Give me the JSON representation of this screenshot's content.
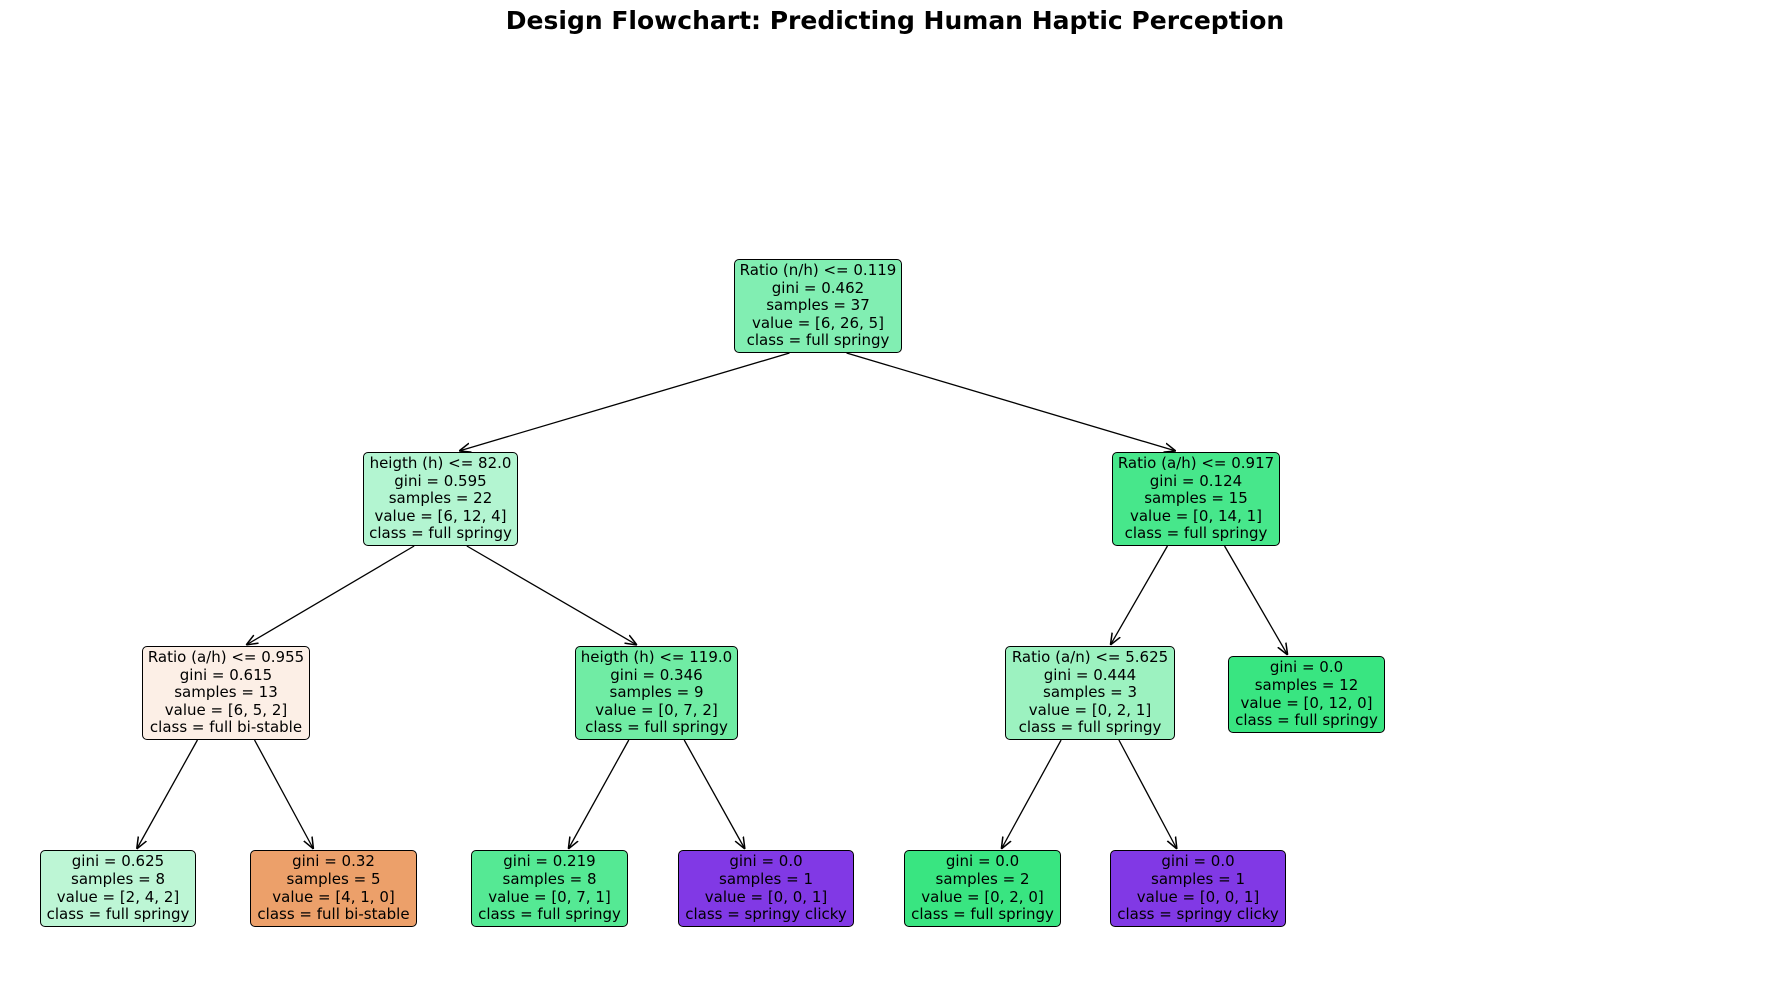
{
  "title": "Design Flowchart: Predicting Human Haptic Perception",
  "nodes": {
    "root": {
      "lines": [
        "Ratio (n/h) <= 0.119",
        "gini = 0.462",
        "samples = 37",
        "value = [6, 26, 5]",
        "class = full springy"
      ],
      "fill": "#81eeb2"
    },
    "l": {
      "lines": [
        "heigth (h) <= 82.0",
        "gini = 0.595",
        "samples = 22",
        "value = [6, 12, 4]",
        "class = full springy"
      ],
      "fill": "#b3f5d1"
    },
    "r": {
      "lines": [
        "Ratio (a/h) <= 0.917",
        "gini = 0.124",
        "samples = 15",
        "value = [0, 14, 1]",
        "class = full springy"
      ],
      "fill": "#47e78b"
    },
    "ll": {
      "lines": [
        "Ratio (a/h) <= 0.955",
        "gini = 0.615",
        "samples = 13",
        "value = [6, 5, 2]",
        "class = full bi-stable"
      ],
      "fill": "#fcefe6"
    },
    "lr": {
      "lines": [
        "heigth (h) <= 119.0",
        "gini = 0.346",
        "samples = 9",
        "value = [0, 7, 2]",
        "class = full springy"
      ],
      "fill": "#70eca4"
    },
    "rl": {
      "lines": [
        "Ratio (a/n) <= 5.625",
        "gini = 0.444",
        "samples = 3",
        "value = [0, 2, 1]",
        "class = full springy"
      ],
      "fill": "#9cf2c0"
    },
    "rr": {
      "lines": [
        "gini = 0.0",
        "samples = 12",
        "value = [0, 12, 0]",
        "class = full springy"
      ],
      "fill": "#39e581"
    },
    "lll": {
      "lines": [
        "gini = 0.625",
        "samples = 8",
        "value = [2, 4, 2]",
        "class = full springy"
      ],
      "fill": "#bdf6d5"
    },
    "llr": {
      "lines": [
        "gini = 0.32",
        "samples = 5",
        "value = [4, 1, 0]",
        "class = full bi-stable"
      ],
      "fill": "#eca06a"
    },
    "lrl": {
      "lines": [
        "gini = 0.219",
        "samples = 8",
        "value = [0, 7, 1]",
        "class = full springy"
      ],
      "fill": "#55e994"
    },
    "lrr": {
      "lines": [
        "gini = 0.0",
        "samples = 1",
        "value = [0, 0, 1]",
        "class = springy clicky"
      ],
      "fill": "#8139e5"
    },
    "rll": {
      "lines": [
        "gini = 0.0",
        "samples = 2",
        "value = [0, 2, 0]",
        "class = full springy"
      ],
      "fill": "#39e581"
    },
    "rlr": {
      "lines": [
        "gini = 0.0",
        "samples = 1",
        "value = [0, 0, 1]",
        "class = springy clicky"
      ],
      "fill": "#8139e5"
    }
  },
  "edges": [
    [
      "root",
      "l"
    ],
    [
      "root",
      "r"
    ],
    [
      "l",
      "ll"
    ],
    [
      "l",
      "lr"
    ],
    [
      "r",
      "rl"
    ],
    [
      "r",
      "rr"
    ],
    [
      "ll",
      "lll"
    ],
    [
      "ll",
      "llr"
    ],
    [
      "lr",
      "lrl"
    ],
    [
      "lr",
      "lrr"
    ],
    [
      "rl",
      "rll"
    ],
    [
      "rl",
      "rlr"
    ]
  ]
}
